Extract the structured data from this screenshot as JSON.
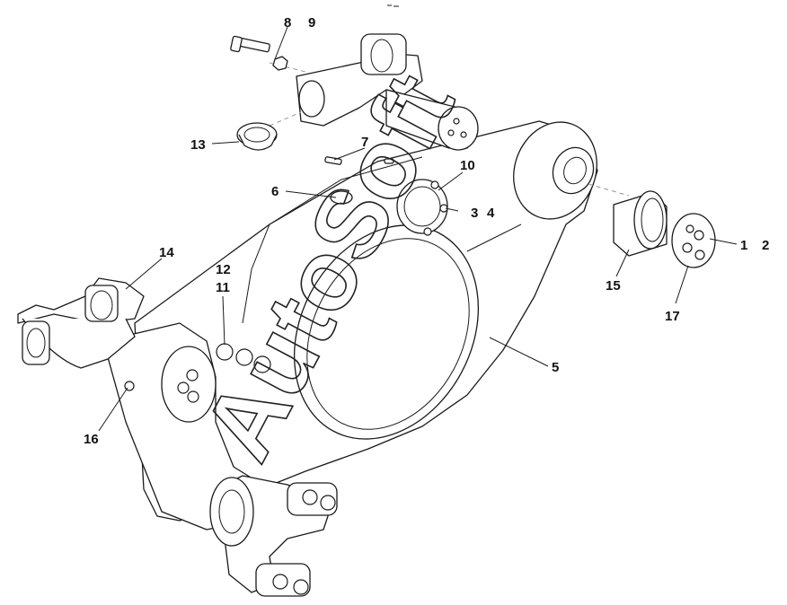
{
  "callouts": [
    {
      "id": "c1",
      "text": "1"
    },
    {
      "id": "c2",
      "text": "2"
    },
    {
      "id": "c3",
      "text": "3"
    },
    {
      "id": "c4",
      "text": "4"
    },
    {
      "id": "c5",
      "text": "5"
    },
    {
      "id": "c6",
      "text": "6"
    },
    {
      "id": "c7",
      "text": "7"
    },
    {
      "id": "c8",
      "text": "8"
    },
    {
      "id": "c9",
      "text": "9"
    },
    {
      "id": "c10",
      "text": "10"
    },
    {
      "id": "c11",
      "text": "11"
    },
    {
      "id": "c12",
      "text": "12"
    },
    {
      "id": "c13",
      "text": "13"
    },
    {
      "id": "c14",
      "text": "14"
    },
    {
      "id": "c15",
      "text": "15"
    },
    {
      "id": "c16",
      "text": "16"
    },
    {
      "id": "c17",
      "text": "17"
    }
  ],
  "watermark": "AutoSoft"
}
